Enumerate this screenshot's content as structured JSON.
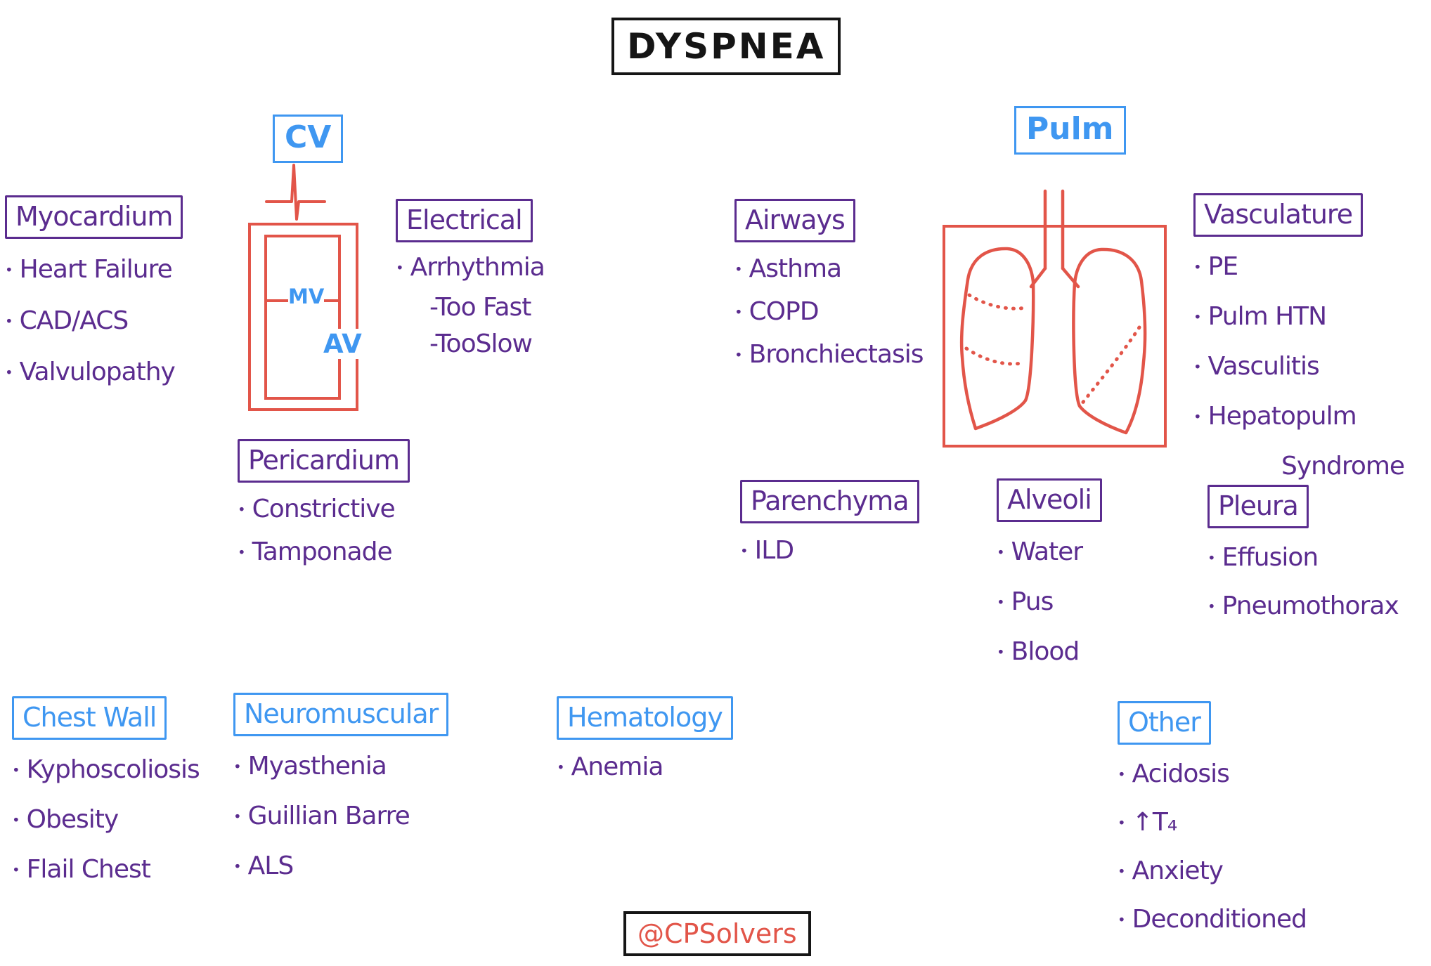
{
  "title": "DYSPNEA",
  "credit": "@CPSolvers",
  "cv": {
    "label": "CV",
    "mv": "MV",
    "av": "AV"
  },
  "pulm": {
    "label": "Pulm"
  },
  "myocardium": {
    "label": "Myocardium",
    "items": [
      "Heart Failure",
      "CAD/ACS",
      "Valvulopathy"
    ]
  },
  "electrical": {
    "label": "Electrical",
    "items": [
      "Arrhythmia"
    ],
    "sub": [
      "-Too Fast",
      "-TooSlow"
    ]
  },
  "pericardium": {
    "label": "Pericardium",
    "items": [
      "Constrictive",
      "Tamponade"
    ]
  },
  "airways": {
    "label": "Airways",
    "items": [
      "Asthma",
      "COPD",
      "Bronchiectasis"
    ]
  },
  "vasculature": {
    "label": "Vasculature",
    "items": [
      "PE",
      "Pulm HTN",
      "Vasculitis",
      "Hepatopulm"
    ],
    "continuation": "Syndrome"
  },
  "parenchyma": {
    "label": "Parenchyma",
    "items": [
      "ILD"
    ]
  },
  "alveoli": {
    "label": "Alveoli",
    "items": [
      "Water",
      "Pus",
      "Blood"
    ]
  },
  "pleura": {
    "label": "Pleura",
    "items": [
      "Effusion",
      "Pneumothorax"
    ]
  },
  "chest_wall": {
    "label": "Chest Wall",
    "items": [
      "Kyphoscoliosis",
      "Obesity",
      "Flail Chest"
    ]
  },
  "neuromuscular": {
    "label": "Neuromuscular",
    "items": [
      "Myasthenia",
      "Guillian Barre",
      "ALS"
    ]
  },
  "hematology": {
    "label": "Hematology",
    "items": [
      "Anemia"
    ]
  },
  "other": {
    "label": "Other",
    "items": [
      "Acidosis",
      "↑T₄",
      "Anxiety",
      "Deconditioned"
    ]
  },
  "colors": {
    "purple": "#5b2c8f",
    "blue": "#3f97f1",
    "red": "#e25549",
    "ink": "#151515"
  }
}
